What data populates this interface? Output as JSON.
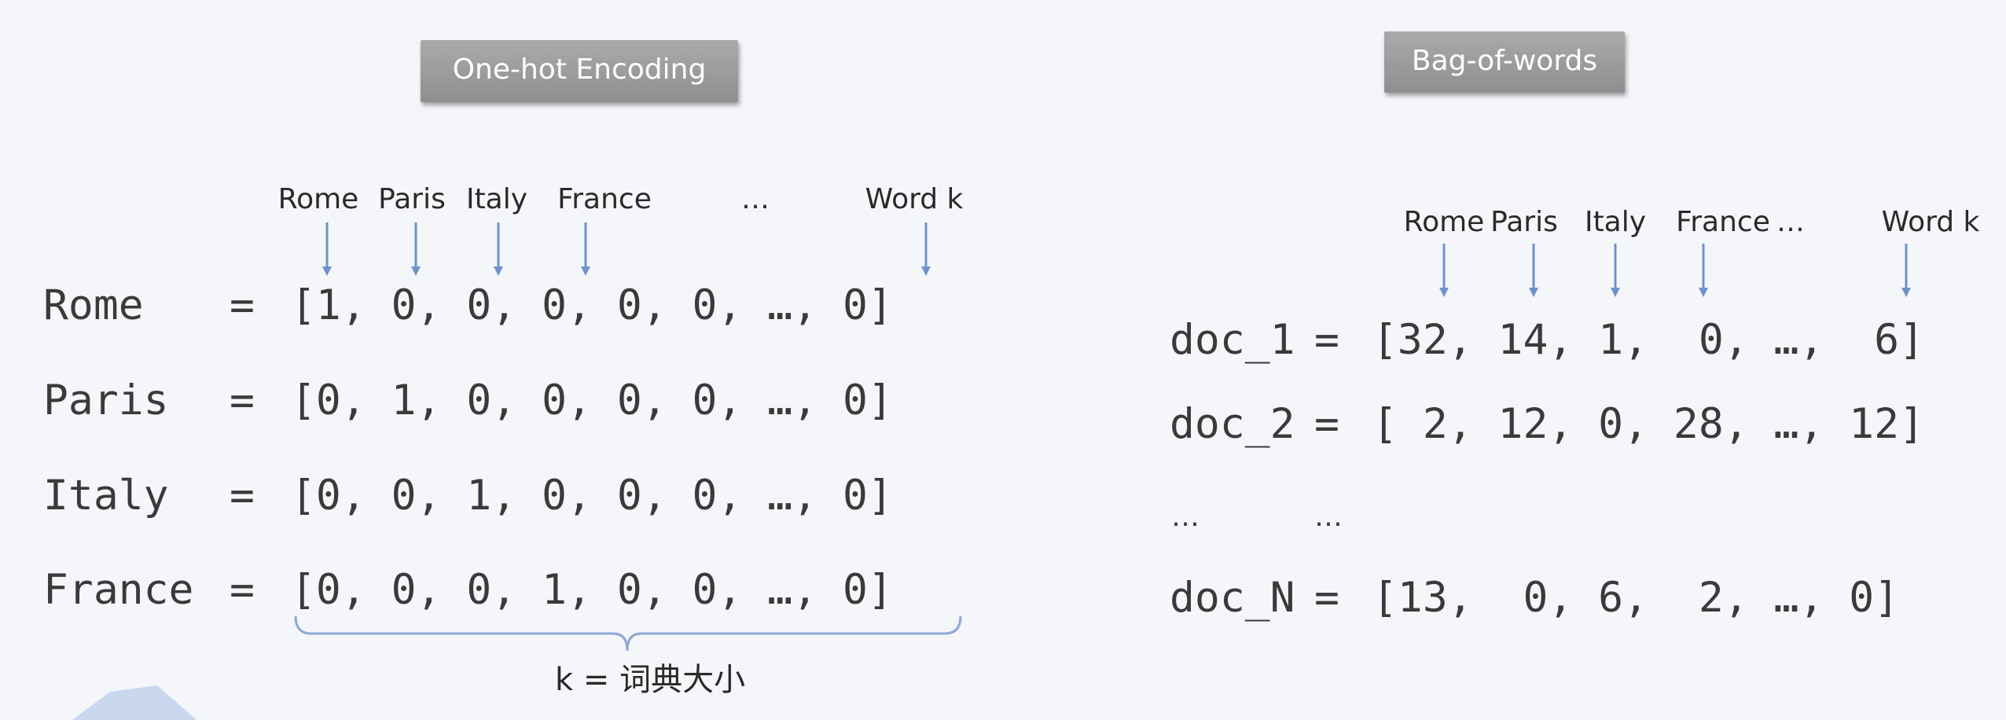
{
  "onehot": {
    "title": "One-hot Encoding",
    "columns": [
      "Rome",
      "Paris",
      "Italy",
      "France",
      "…",
      "Word k"
    ],
    "rows": [
      {
        "label": "Rome",
        "vector": "[1, 0, 0, 0, 0, 0, …, 0]"
      },
      {
        "label": "Paris",
        "vector": "[0, 1, 0, 0, 0, 0, …, 0]"
      },
      {
        "label": "Italy",
        "vector": "[0, 0, 1, 0, 0, 0, …, 0]"
      },
      {
        "label": "France",
        "vector": "[0, 0, 0, 1, 0, 0, …, 0]"
      }
    ],
    "brace_label": "k = 词典大小"
  },
  "bow": {
    "title": "Bag-of-words",
    "columns": [
      "Rome",
      "Paris",
      "Italy",
      "France",
      "…",
      "Word k"
    ],
    "rows": [
      {
        "label": "doc_1",
        "vector": "[32, 14, 1,  0, …,  6]"
      },
      {
        "label": "doc_2",
        "vector": "[ 2, 12, 0, 28, …, 12]"
      },
      {
        "label": "doc_N",
        "vector": "[13,  0, 6,  2, …, 0]"
      }
    ],
    "ellipsis_left": "…",
    "ellipsis_right": "…"
  },
  "colors": {
    "arrow": "#6f93c9",
    "brace": "#8fa8d4"
  }
}
